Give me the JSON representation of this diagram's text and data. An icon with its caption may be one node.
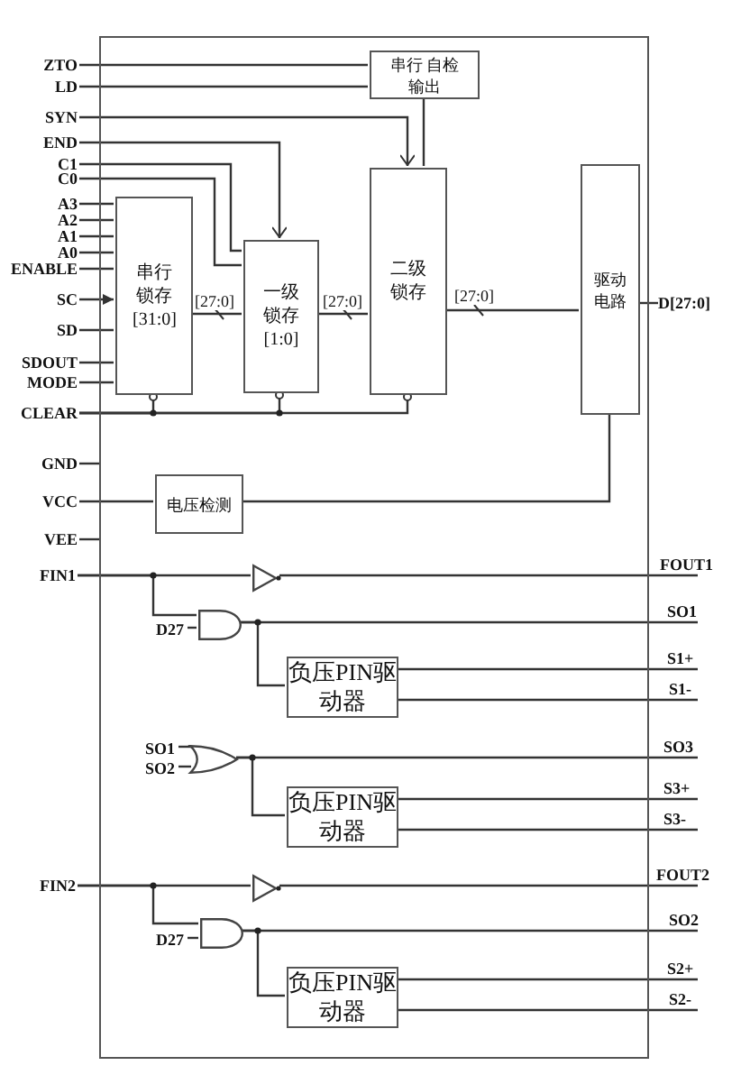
{
  "diagram": {
    "nodes": [
      {
        "text": [],
        "shape": "box"
      },
      {
        "text": [
          "串行 自检输出"
        ],
        "in": 0
      },
      {
        "text": [
          "串行锁存",
          "[31:0]"
        ],
        "in": 0
      },
      {
        "text": [
          "一级锁存",
          "[1:0]"
        ],
        "in": 0
      },
      {
        "text": [
          "二级锁存"
        ],
        "in": 0
      },
      {
        "text": [
          "驱动电路"
        ],
        "in": 0
      },
      {
        "text": [
          "电压检测"
        ],
        "in": 0
      },
      {
        "text": [],
        "shape": "triangle",
        "in": 0
      },
      {
        "text": [],
        "shape": "gate",
        "in": 0
      },
      {
        "text": [
          "负压PIN驱动器"
        ],
        "in": 0
      },
      {
        "text": [],
        "shape": "gate",
        "in": 0
      },
      {
        "text": [
          "负压PIN驱动器"
        ],
        "in": 0
      },
      {
        "text": [],
        "shape": "triangle",
        "in": 0
      },
      {
        "text": [],
        "shape": "gate",
        "in": 0
      },
      {
        "text": [
          "负压PIN驱动器"
        ],
        "in": 0
      },
      {
        "text": [
          "ZTO"
        ]
      },
      {
        "text": [
          "LD"
        ]
      },
      {
        "text": [
          "SYN"
        ]
      },
      {
        "text": [
          "END"
        ]
      },
      {
        "text": [
          "C1"
        ]
      },
      {
        "text": [
          "C0"
        ]
      },
      {
        "text": [
          "A3"
        ]
      },
      {
        "text": [
          "A2"
        ]
      },
      {
        "text": [
          "A1"
        ]
      },
      {
        "text": [
          "A0"
        ]
      },
      {
        "text": [
          "ENABLE"
        ]
      },
      {
        "text": [
          "SC"
        ]
      },
      {
        "text": [
          "SD"
        ]
      },
      {
        "text": [
          "SDOUT"
        ]
      },
      {
        "text": [
          "MODE"
        ]
      },
      {
        "text": [
          "CLEAR"
        ]
      },
      {
        "text": [
          "GND"
        ]
      },
      {
        "text": [
          "VCC"
        ]
      },
      {
        "text": [
          "VEE"
        ]
      },
      {
        "text": [
          "FIN1"
        ]
      },
      {
        "text": [
          "D27"
        ],
        "in": 0
      },
      {
        "text": [
          "SO1"
        ],
        "in": 0
      },
      {
        "text": [
          "SO2"
        ],
        "in": 0
      },
      {
        "text": [
          "FIN2"
        ]
      },
      {
        "text": [
          "D27"
        ],
        "in": 0
      },
      {
        "text": [
          "D[27:0]"
        ]
      },
      {
        "text": [
          "FOUT1"
        ]
      },
      {
        "text": [
          "SO1"
        ]
      },
      {
        "text": [
          "S1+"
        ]
      },
      {
        "text": [
          "S1-"
        ]
      },
      {
        "text": [
          "SO3"
        ]
      },
      {
        "text": [
          "S3+"
        ]
      },
      {
        "text": [
          "S3-"
        ]
      },
      {
        "text": [
          "FOUT2"
        ]
      },
      {
        "text": [
          "SO2"
        ]
      },
      {
        "text": [
          "S2+"
        ]
      },
      {
        "text": [
          "S2-"
        ]
      }
    ],
    "edges": [
      {
        "from": 15,
        "to": 1,
        "arrow": "none"
      },
      {
        "from": 16,
        "to": 1,
        "arrow": "none"
      },
      {
        "from": 17,
        "to": 4,
        "arrow": "to"
      },
      {
        "from": 18,
        "to": 3,
        "arrow": "to"
      },
      {
        "from": 19,
        "to": 3,
        "arrow": "none"
      },
      {
        "from": 20,
        "to": 3,
        "arrow": "none"
      },
      {
        "from": 21,
        "to": 2,
        "arrow": "none"
      },
      {
        "from": 22,
        "to": 2,
        "arrow": "none"
      },
      {
        "from": 23,
        "to": 2,
        "arrow": "none"
      },
      {
        "from": 24,
        "to": 2,
        "arrow": "none"
      },
      {
        "from": 25,
        "to": 2,
        "arrow": "none"
      },
      {
        "from": 26,
        "to": 2,
        "arrow": "to"
      },
      {
        "from": 27,
        "to": 2,
        "arrow": "none"
      },
      {
        "from": 28,
        "to": 2,
        "arrow": "none"
      },
      {
        "from": 29,
        "to": 2,
        "arrow": "none"
      },
      {
        "from": 30,
        "to": 2,
        "arrow": "other"
      },
      {
        "from": 30,
        "to": 3,
        "arrow": "other"
      },
      {
        "from": 30,
        "to": 4,
        "arrow": "other"
      },
      {
        "from": 1,
        "to": 4,
        "arrow": "none"
      },
      {
        "from": 2,
        "to": 3,
        "arrow": "none",
        "label": "[27:0]"
      },
      {
        "from": 3,
        "to": 4,
        "arrow": "none",
        "label": "[27:0]"
      },
      {
        "from": 4,
        "to": 5,
        "arrow": "none",
        "label": "[27:0]"
      },
      {
        "from": 5,
        "to": 40,
        "arrow": "none"
      },
      {
        "from": 5,
        "to": 6,
        "arrow": "none"
      },
      {
        "from": 32,
        "to": 6,
        "arrow": "none"
      },
      {
        "from": 31,
        "to": 0,
        "arrow": "none"
      },
      {
        "from": 33,
        "to": 0,
        "arrow": "none"
      },
      {
        "from": 34,
        "to": 7,
        "arrow": "none"
      },
      {
        "from": 7,
        "to": 41,
        "arrow": "none"
      },
      {
        "from": 34,
        "to": 8,
        "arrow": "none"
      },
      {
        "from": 35,
        "to": 8,
        "arrow": "none"
      },
      {
        "from": 8,
        "to": 42,
        "arrow": "none"
      },
      {
        "from": 8,
        "to": 9,
        "arrow": "none"
      },
      {
        "from": 9,
        "to": 43,
        "arrow": "none"
      },
      {
        "from": 9,
        "to": 44,
        "arrow": "none"
      },
      {
        "from": 36,
        "to": 10,
        "arrow": "none"
      },
      {
        "from": 37,
        "to": 10,
        "arrow": "none"
      },
      {
        "from": 10,
        "to": 45,
        "arrow": "none"
      },
      {
        "from": 10,
        "to": 11,
        "arrow": "none"
      },
      {
        "from": 11,
        "to": 46,
        "arrow": "none"
      },
      {
        "from": 11,
        "to": 47,
        "arrow": "none"
      },
      {
        "from": 38,
        "to": 12,
        "arrow": "none"
      },
      {
        "from": 12,
        "to": 48,
        "arrow": "none"
      },
      {
        "from": 38,
        "to": 13,
        "arrow": "none"
      },
      {
        "from": 39,
        "to": 13,
        "arrow": "none"
      },
      {
        "from": 13,
        "to": 49,
        "arrow": "none"
      },
      {
        "from": 13,
        "to": 14,
        "arrow": "none"
      },
      {
        "from": 14,
        "to": 50,
        "arrow": "none"
      },
      {
        "from": 14,
        "to": 51,
        "arrow": "none"
      }
    ]
  }
}
